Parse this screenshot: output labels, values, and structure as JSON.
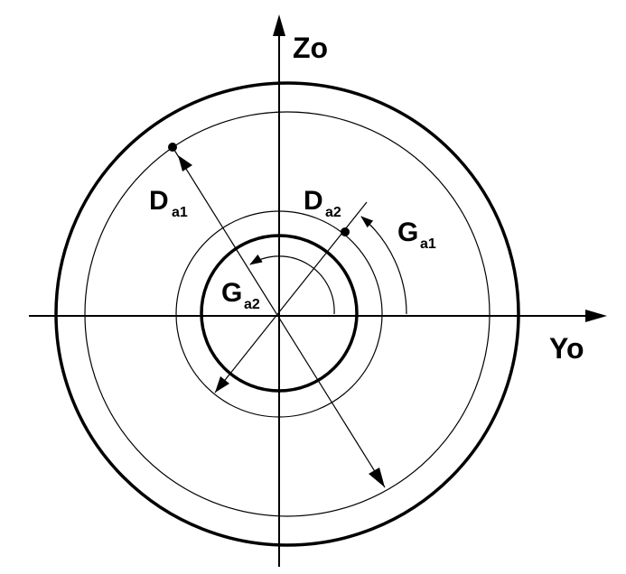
{
  "diagram": {
    "axes": {
      "vertical_label": "Zo",
      "horizontal_label": "Yo"
    },
    "labels": {
      "da1": {
        "main": "D",
        "sub": "a1"
      },
      "da2": {
        "main": "D",
        "sub": "a2"
      },
      "ga1": {
        "main": "G",
        "sub": "a1"
      },
      "ga2": {
        "main": "G",
        "sub": "a2"
      }
    },
    "colors": {
      "stroke": "#000000",
      "background": "#ffffff"
    }
  }
}
